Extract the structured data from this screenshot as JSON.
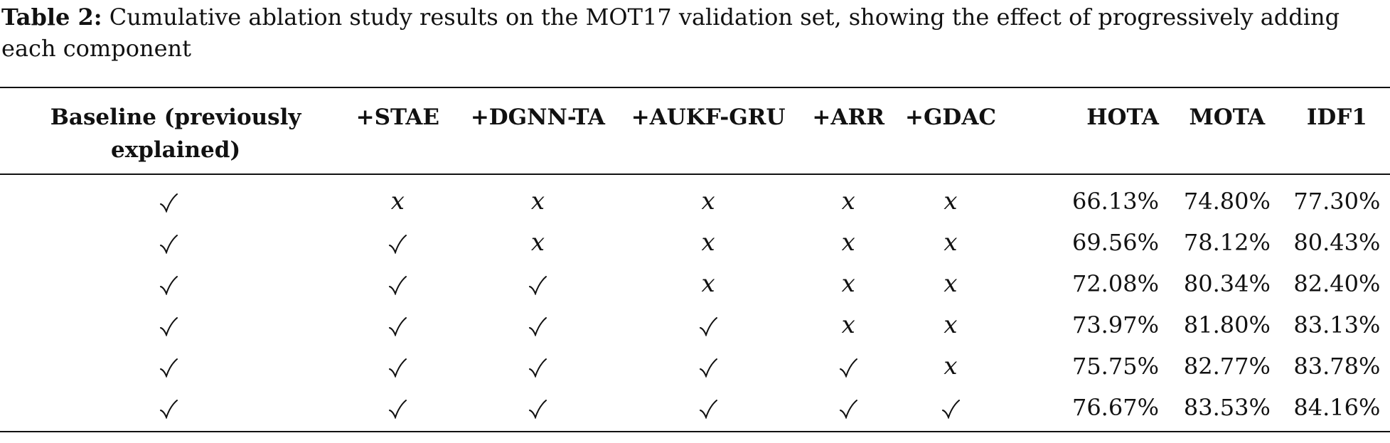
{
  "caption": {
    "lead": "Table 2:",
    "text": "Cumulative ablation study results on the MOT17 validation set, showing the effect of progressively adding each component"
  },
  "table": {
    "headers": [
      "Baseline (previously explained)",
      "+STAE",
      "+DGNN-TA",
      "+AUKF-GRU",
      "+ARR",
      "+GDAC",
      "HOTA",
      "MOTA",
      "IDF1"
    ],
    "rows": [
      {
        "flags": [
          "check",
          "x",
          "x",
          "x",
          "x",
          "x"
        ],
        "hota": "66.13%",
        "mota": "74.80%",
        "idf1": "77.30%"
      },
      {
        "flags": [
          "check",
          "check",
          "x",
          "x",
          "x",
          "x"
        ],
        "hota": "69.56%",
        "mota": "78.12%",
        "idf1": "80.43%"
      },
      {
        "flags": [
          "check",
          "check",
          "check",
          "x",
          "x",
          "x"
        ],
        "hota": "72.08%",
        "mota": "80.34%",
        "idf1": "82.40%"
      },
      {
        "flags": [
          "check",
          "check",
          "check",
          "check",
          "x",
          "x"
        ],
        "hota": "73.97%",
        "mota": "81.80%",
        "idf1": "83.13%"
      },
      {
        "flags": [
          "check",
          "check",
          "check",
          "check",
          "check",
          "x"
        ],
        "hota": "75.75%",
        "mota": "82.77%",
        "idf1": "83.78%"
      },
      {
        "flags": [
          "check",
          "check",
          "check",
          "check",
          "check",
          "check"
        ],
        "hota": "76.67%",
        "mota": "83.53%",
        "idf1": "84.16%"
      }
    ],
    "symbols": {
      "x": "x",
      "check_icon": "checkmark-icon"
    }
  }
}
